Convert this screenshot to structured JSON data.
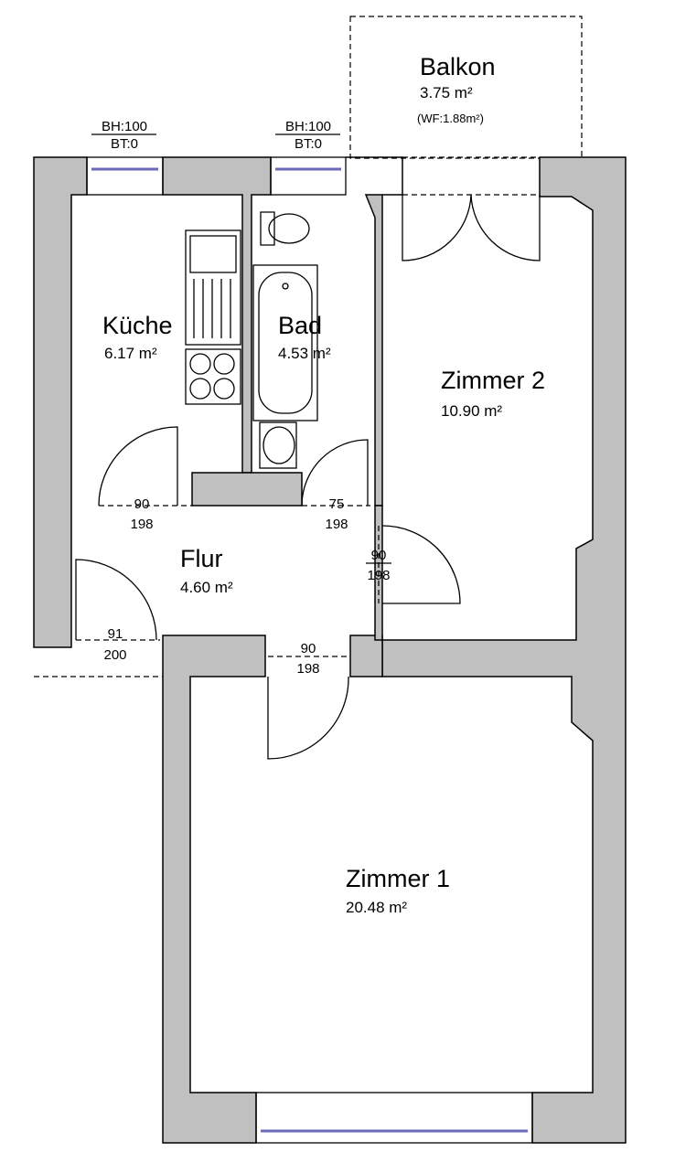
{
  "rooms": [
    {
      "name": "Balkon",
      "area": "3.75 m²",
      "note": "(WF:1.88m²)"
    },
    {
      "name": "Küche",
      "area": "6.17 m²"
    },
    {
      "name": "Bad",
      "area": "4.53 m²"
    },
    {
      "name": "Zimmer 2",
      "area": "10.90 m²"
    },
    {
      "name": "Flur",
      "area": "4.60 m²"
    },
    {
      "name": "Zimmer 1",
      "area": "20.48 m²"
    }
  ],
  "windows": [
    {
      "bh": "BH:100",
      "bt": "BT:0"
    },
    {
      "bh": "BH:100",
      "bt": "BT:0"
    }
  ],
  "doors": [
    {
      "width": "90",
      "height": "198"
    },
    {
      "width": "75",
      "height": "198"
    },
    {
      "width": "90",
      "height": "198"
    },
    {
      "width": "91",
      "height": "200"
    },
    {
      "width": "90",
      "height": "198"
    }
  ],
  "colors": {
    "wall": "#c0c0c0",
    "glass": "#6a6ab8"
  }
}
